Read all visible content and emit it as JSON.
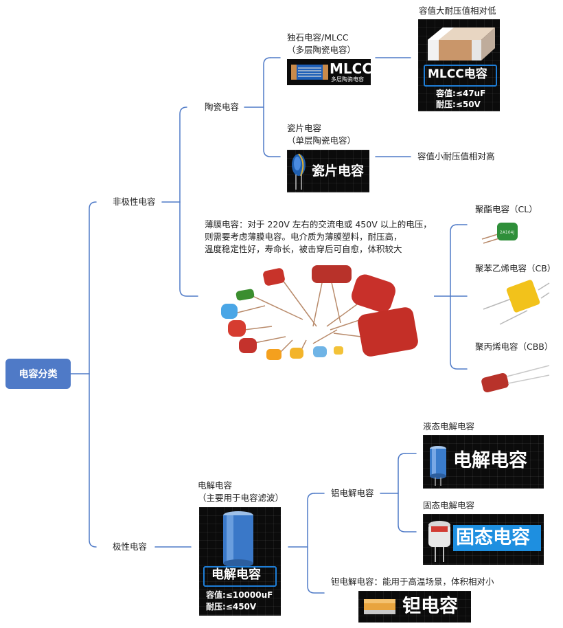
{
  "root": {
    "label": "电容分类"
  },
  "branches": {
    "nonpolar": "非极性电容",
    "polar": "极性电容"
  },
  "ceramic": {
    "label": "陶瓷电容",
    "mlcc": {
      "title_line1": "独石电容/MLCC",
      "title_line2": "（多层陶瓷电容）",
      "banner_text": "MLCC",
      "banner_sub": "多层陶瓷电容",
      "note": "容值大耐压值相对低",
      "card_title": "MLCC电容",
      "spec_capacitance": "容值:≤47uF",
      "spec_voltage": "耐压:≤50V"
    },
    "chip": {
      "title_line1": "瓷片电容",
      "title_line2": "（单层陶瓷电容）",
      "banner_text": "瓷片电容",
      "note": "容值小耐压值相对高"
    }
  },
  "film": {
    "description_lines": [
      "薄膜电容：对于 220V 左右的交流电或 450V 以上的电压，",
      "则需要考虑薄膜电容。电介质为薄膜塑料，耐压高，",
      "温度稳定性好，寿命长，被击穿后可自愈，体积较大"
    ],
    "types": [
      {
        "label": "聚酯电容（CL）",
        "color": "#2f8f3a",
        "print": "2A104J"
      },
      {
        "label": "聚苯乙烯电容（CB）",
        "color": "#f2c21b"
      },
      {
        "label": "聚丙烯电容（CBB）",
        "color": "#b8322a"
      }
    ]
  },
  "electrolytic": {
    "title_line1": "电解电容",
    "title_line2": "（主要用于电容滤波）",
    "card_title": "电解电容",
    "spec_capacitance": "容值:≤10000uF",
    "spec_voltage": "耐压:≤450V",
    "aluminum": {
      "label": "铝电解电容",
      "liquid": {
        "label": "液态电解电容",
        "banner_text": "电解电容"
      },
      "solid": {
        "label": "固态电解电容",
        "banner_text": "固态电容"
      }
    },
    "tantalum": {
      "label": "钽电解电容：能用于高温场景，体积相对小",
      "banner_text": "钽电容"
    }
  },
  "colors": {
    "connector": "#4f7ac7",
    "root_fill": "#4f7ac7",
    "banner_bg": "#0b0b0b",
    "accent_blue": "#1e7ed8"
  }
}
